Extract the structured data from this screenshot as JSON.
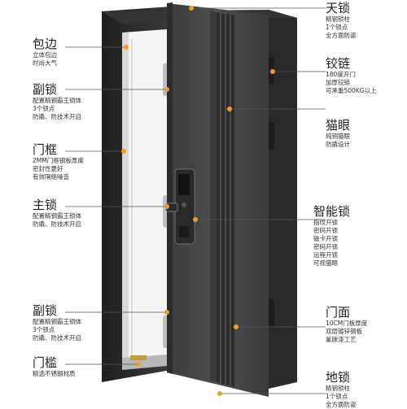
{
  "colors": {
    "frame": "#2e2e30",
    "door_face": "#4a4a4c",
    "dot": "#f0a020",
    "line": "#555555"
  },
  "left_labels": [
    {
      "title": "包边",
      "lines": [
        "立体包边",
        "时尚大气"
      ]
    },
    {
      "title": "副锁",
      "lines": [
        "配置精钢霸王锁体",
        "3个锁点",
        "防撬、防技术开启"
      ]
    },
    {
      "title": "门框",
      "lines": [
        "2MM门框钢板厚度",
        "密封性更好",
        "有效隔绝噪音"
      ]
    },
    {
      "title": "主锁",
      "lines": [
        "配置精钢霸王锁体",
        "防撬、防技术开启"
      ]
    },
    {
      "title": "副锁",
      "lines": [
        "配置精钢霸王锁体",
        "3个锁点",
        "防撬、防技术开启"
      ]
    },
    {
      "title": "门槛",
      "lines": [
        "精选不锈钢材质"
      ]
    }
  ],
  "right_labels": [
    {
      "title": "天锁",
      "lines": [
        "精钢锁柱",
        "1个锁点",
        "全方面防盗"
      ]
    },
    {
      "title": "铰链",
      "lines": [
        "180度开门",
        "加厚铰链",
        "可承重500KG以上"
      ]
    },
    {
      "title": "猫眼",
      "lines": [
        "纯铜猫眼",
        "防撬设计"
      ]
    },
    {
      "title": "智能锁",
      "lines": [
        "指纹开锁",
        "密码开锁",
        "磁卡开锁",
        "密码开锁",
        "远程开锁",
        "可视猫眼"
      ]
    },
    {
      "title": "门面",
      "lines": [
        "10CM门板厚度",
        "双层镀锌钢板",
        "氟碳漆工艺"
      ]
    },
    {
      "title": "地锁",
      "lines": [
        "精钢锁柱",
        "1个锁点",
        "全方面防盗"
      ]
    }
  ]
}
